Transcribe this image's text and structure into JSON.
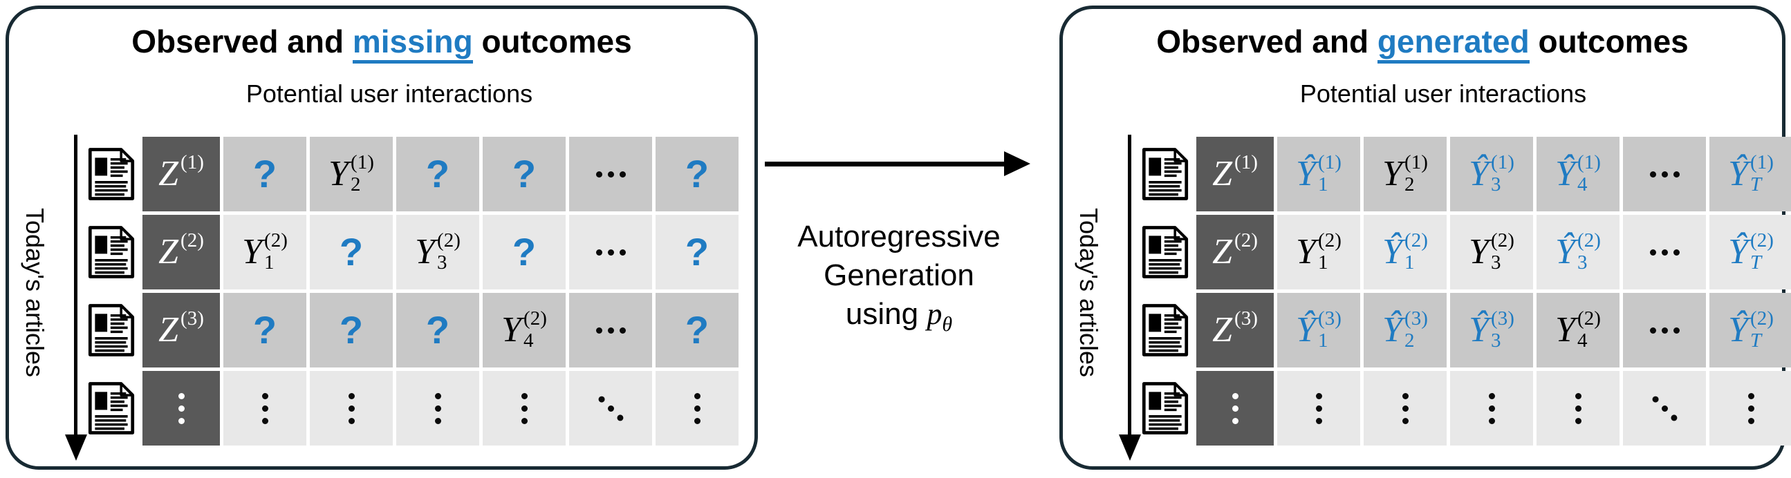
{
  "colors": {
    "accent_blue": "#1f7bc2",
    "panel_border": "#182a33",
    "z_cell_bg": "#595959",
    "row_dark_bg": "#c8c8c8",
    "row_light_bg": "#e8e8e8"
  },
  "left_panel": {
    "title_prefix": "Observed and ",
    "title_highlight": "missing",
    "title_suffix": " outcomes",
    "columns_label": "Potential user interactions",
    "rows_label": "Today's articles",
    "rows": [
      [
        {
          "t": "icon"
        },
        {
          "t": "z",
          "v": "Z",
          "sup": "(1)"
        },
        {
          "t": "q",
          "v": "?"
        },
        {
          "t": "m",
          "v": "Y",
          "sup": "(1)",
          "sub": "2"
        },
        {
          "t": "q",
          "v": "?"
        },
        {
          "t": "q",
          "v": "?"
        },
        {
          "t": "hdots"
        },
        {
          "t": "q",
          "v": "?"
        }
      ],
      [
        {
          "t": "icon"
        },
        {
          "t": "z",
          "v": "Z",
          "sup": "(2)"
        },
        {
          "t": "m",
          "v": "Y",
          "sup": "(2)",
          "sub": "1"
        },
        {
          "t": "q",
          "v": "?"
        },
        {
          "t": "m",
          "v": "Y",
          "sup": "(2)",
          "sub": "3"
        },
        {
          "t": "q",
          "v": "?"
        },
        {
          "t": "hdots"
        },
        {
          "t": "q",
          "v": "?"
        }
      ],
      [
        {
          "t": "icon"
        },
        {
          "t": "z",
          "v": "Z",
          "sup": "(3)"
        },
        {
          "t": "q",
          "v": "?"
        },
        {
          "t": "q",
          "v": "?"
        },
        {
          "t": "q",
          "v": "?"
        },
        {
          "t": "m",
          "v": "Y",
          "sup": "(2)",
          "sub": "4"
        },
        {
          "t": "hdots"
        },
        {
          "t": "q",
          "v": "?"
        }
      ],
      [
        {
          "t": "icon"
        },
        {
          "t": "zdots"
        },
        {
          "t": "vdots"
        },
        {
          "t": "vdots"
        },
        {
          "t": "vdots"
        },
        {
          "t": "vdots"
        },
        {
          "t": "ddots"
        },
        {
          "t": "vdots"
        }
      ]
    ]
  },
  "middle": {
    "line1": "Autoregressive",
    "line2": "Generation",
    "line3_prefix": "using ",
    "formula_base": "p",
    "formula_sub": "θ"
  },
  "right_panel": {
    "title_prefix": "Observed and ",
    "title_highlight": "generated",
    "title_suffix": " outcomes",
    "columns_label": "Potential user interactions",
    "rows_label": "Today's articles",
    "rows": [
      [
        {
          "t": "icon"
        },
        {
          "t": "z",
          "v": "Z",
          "sup": "(1)"
        },
        {
          "t": "m",
          "v": "Ŷ",
          "sup": "(1)",
          "sub": "1",
          "blue": true
        },
        {
          "t": "m",
          "v": "Y",
          "sup": "(1)",
          "sub": "2"
        },
        {
          "t": "m",
          "v": "Ŷ",
          "sup": "(1)",
          "sub": "3",
          "blue": true
        },
        {
          "t": "m",
          "v": "Ŷ",
          "sup": "(1)",
          "sub": "4",
          "blue": true
        },
        {
          "t": "hdots"
        },
        {
          "t": "m",
          "v": "Ŷ",
          "sup": "(1)",
          "sub": "T",
          "blue": true
        }
      ],
      [
        {
          "t": "icon"
        },
        {
          "t": "z",
          "v": "Z",
          "sup": "(2)"
        },
        {
          "t": "m",
          "v": "Y",
          "sup": "(2)",
          "sub": "1"
        },
        {
          "t": "m",
          "v": "Ŷ",
          "sup": "(2)",
          "sub": "1",
          "blue": true
        },
        {
          "t": "m",
          "v": "Y",
          "sup": "(2)",
          "sub": "3"
        },
        {
          "t": "m",
          "v": "Ŷ",
          "sup": "(2)",
          "sub": "3",
          "blue": true
        },
        {
          "t": "hdots"
        },
        {
          "t": "m",
          "v": "Ŷ",
          "sup": "(2)",
          "sub": "T",
          "blue": true
        }
      ],
      [
        {
          "t": "icon"
        },
        {
          "t": "z",
          "v": "Z",
          "sup": "(3)"
        },
        {
          "t": "m",
          "v": "Ŷ",
          "sup": "(3)",
          "sub": "1",
          "blue": true
        },
        {
          "t": "m",
          "v": "Ŷ",
          "sup": "(3)",
          "sub": "2",
          "blue": true
        },
        {
          "t": "m",
          "v": "Ŷ",
          "sup": "(3)",
          "sub": "3",
          "blue": true
        },
        {
          "t": "m",
          "v": "Y",
          "sup": "(2)",
          "sub": "4"
        },
        {
          "t": "hdots"
        },
        {
          "t": "m",
          "v": "Ŷ",
          "sup": "(2)",
          "sub": "T",
          "blue": true
        }
      ],
      [
        {
          "t": "icon"
        },
        {
          "t": "zdots"
        },
        {
          "t": "vdots"
        },
        {
          "t": "vdots"
        },
        {
          "t": "vdots"
        },
        {
          "t": "vdots"
        },
        {
          "t": "ddots"
        },
        {
          "t": "vdots"
        }
      ]
    ]
  }
}
